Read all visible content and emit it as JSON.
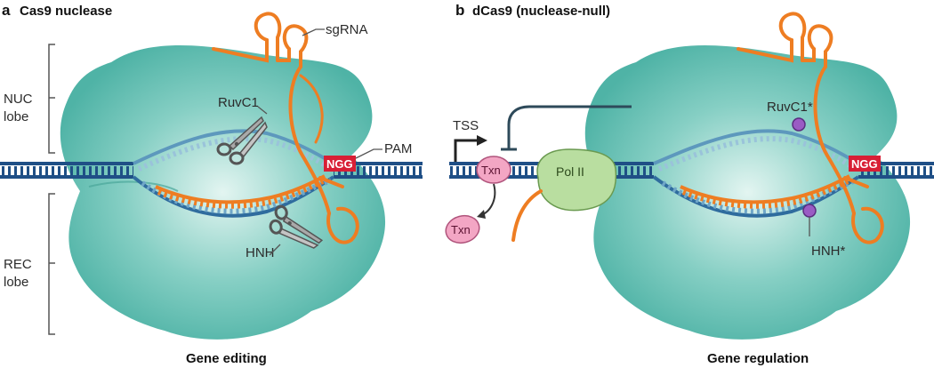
{
  "panel_a": {
    "letter": "a",
    "title": "Cas9 nuclease",
    "caption": "Gene editing",
    "labels": {
      "sgrna": "sgRNA",
      "nuc_line1": "NUC",
      "nuc_line2": "lobe",
      "rec_line1": "REC",
      "rec_line2": "lobe",
      "ruvc1": "RuvC1",
      "pam": "PAM",
      "ngg": "NGG",
      "hnh": "HNH"
    }
  },
  "panel_b": {
    "letter": "b",
    "title": "dCas9 (nuclease-null)",
    "caption": "Gene regulation",
    "labels": {
      "tss": "TSS",
      "txn_bound": "Txn",
      "txn_free": "Txn",
      "pol2": "Pol II",
      "ruvc1_mut": "RuvC1*",
      "hnh_mut": "HNH*",
      "ngg": "NGG"
    }
  },
  "colors": {
    "protein": "#5bbcb0",
    "protein_light": "#d8f1ec",
    "dna": "#1f4f86",
    "dna_inner": "#6fa6c8",
    "rna": "#ee7d22",
    "pam_box": "#d81f35",
    "txn": "#f3a6c4",
    "pol2": "#b9dea0",
    "mutation_dot": "#9a5cc4"
  },
  "icons": [
    "scissors-icon",
    "tss-arrow-icon",
    "mutation-dot-icon"
  ]
}
